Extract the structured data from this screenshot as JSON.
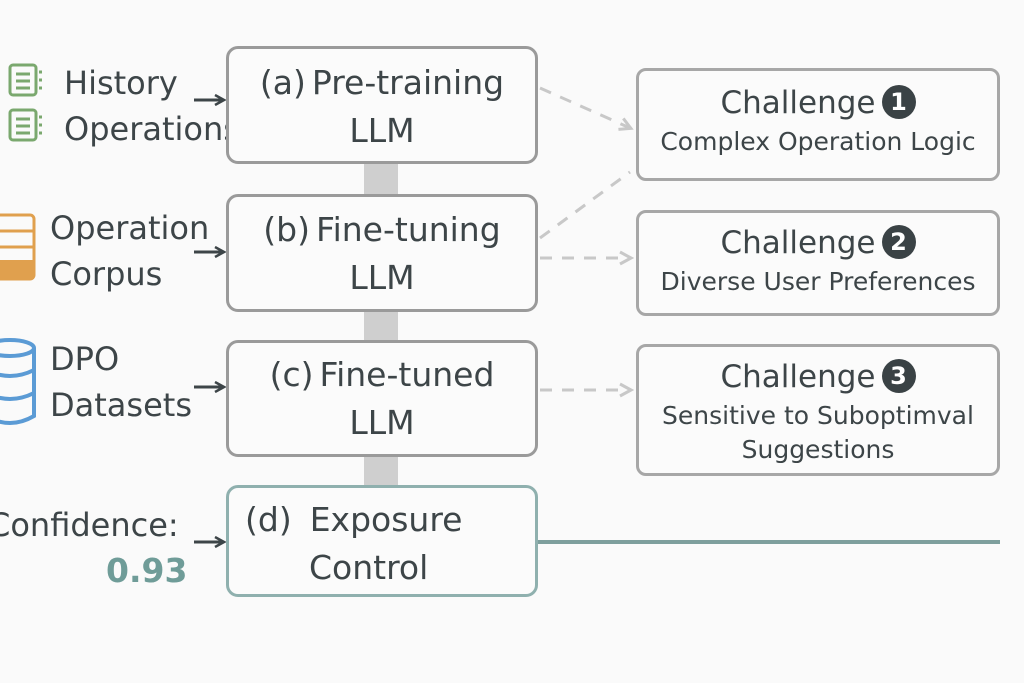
{
  "inputs": [
    {
      "line1": "History",
      "line2": "Operations",
      "icon": "checklist-icon",
      "color": "#7aa86e"
    },
    {
      "line1": "Operation",
      "line2": "Corpus",
      "icon": "stacked-layers-icon",
      "color": "#e0a04e"
    },
    {
      "line1": "DPO",
      "line2": "Datasets",
      "icon": "database-icon",
      "color": "#5b9bd5"
    }
  ],
  "stages": [
    {
      "tag": "(a)",
      "line1": "Pre-training",
      "line2": "LLM"
    },
    {
      "tag": "(b)",
      "line1": "Fine-tuning",
      "line2": "LLM"
    },
    {
      "tag": "(c)",
      "line1": "Fine-tuned",
      "line2": "LLM"
    },
    {
      "tag": "(d)",
      "line1": "Exposure",
      "line2": "Control"
    }
  ],
  "challenges": [
    {
      "title": "Challenge",
      "number": "1",
      "desc": [
        "Complex Operation Logic"
      ]
    },
    {
      "title": "Challenge",
      "number": "2",
      "desc": [
        "Diverse User Preferences"
      ]
    },
    {
      "title": "Challenge",
      "number": "3",
      "desc": [
        "Sensitive to Suboptimval",
        "Suggestions"
      ]
    }
  ],
  "confidence": {
    "label": "Confidence:",
    "value": "0.93"
  },
  "colors": {
    "border": "#9a9a9a",
    "accent_teal": "#8fb0ae",
    "line_teal": "#7e9f9d",
    "dash": "#c8c8c8",
    "text": "#3d4548"
  }
}
